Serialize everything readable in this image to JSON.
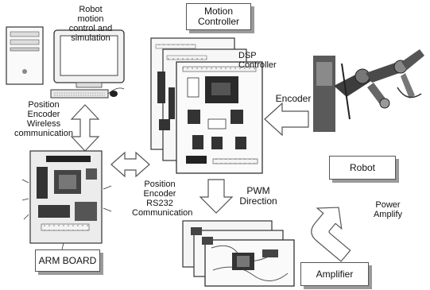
{
  "labels": {
    "pc_caption": "Robot motion control and simulation",
    "motion_controller": "Motion Controller",
    "dsp_controller": "DSP Controller",
    "encoder": "Encoder",
    "wireless": "Position Encoder Wireless communication",
    "rs232": "Position Encoder RS232 Communication",
    "arm_board": "ARM BOARD",
    "pwm": "PWM Direction",
    "robot": "Robot",
    "power_amplify": "Power Amplify",
    "amplifier": "Amplifier"
  },
  "colors": {
    "box_shadow": "#9a9a9a",
    "arrow_stroke": "#555555",
    "board_fill": "#f2f2f2",
    "dark_component": "#2a2a2a"
  },
  "icons": {
    "pc": "desktop-computer-icon",
    "robot_arm": "robot-arm-photo",
    "arm_board": "circuit-board-photo",
    "dsp_boards": "controller-boards-photo",
    "amp_boards": "amplifier-boards-photo"
  }
}
